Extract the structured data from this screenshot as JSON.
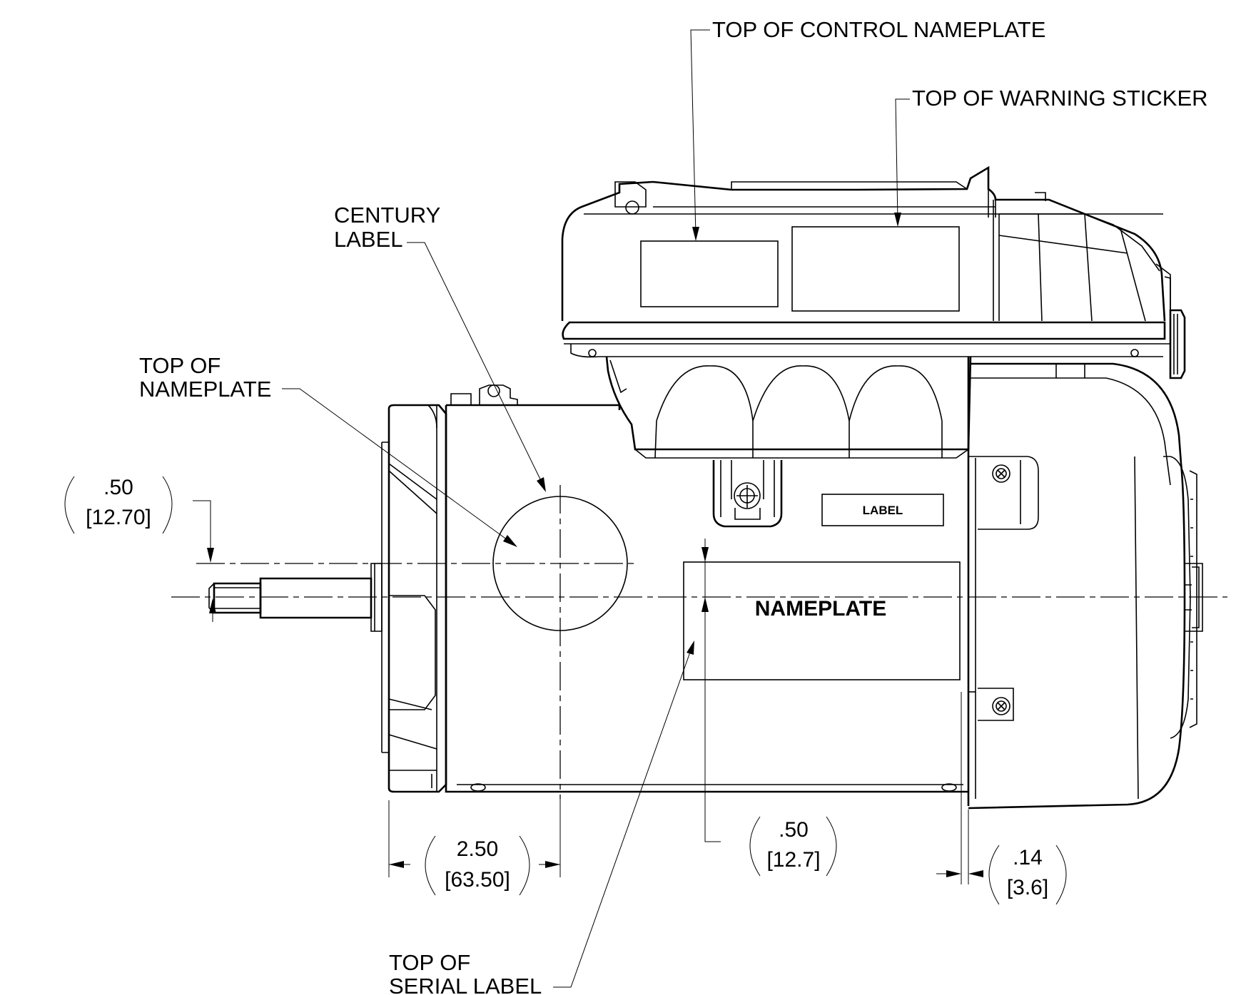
{
  "labels": {
    "control_nameplate": "TOP OF CONTROL NAMEPLATE",
    "warning_sticker": "TOP OF WARNING STICKER",
    "century_line1": "CENTURY",
    "century_line2": "LABEL",
    "nameplate_line1": "TOP OF",
    "nameplate_line2": "NAMEPLATE",
    "serial_line1": "TOP OF",
    "serial_line2": "SERIAL LABEL",
    "label_box": "LABEL",
    "nameplate_box": "NAMEPLATE"
  },
  "dimensions": {
    "left_vertical": {
      "inch": ".50",
      "mm": "[12.70]"
    },
    "bottom_horizontal": {
      "inch": "2.50",
      "mm": "[63.50]"
    },
    "center_vertical": {
      "inch": ".50",
      "mm": "[12.7]"
    },
    "right_horizontal": {
      "inch": ".14",
      "mm": "[3.6]"
    }
  }
}
